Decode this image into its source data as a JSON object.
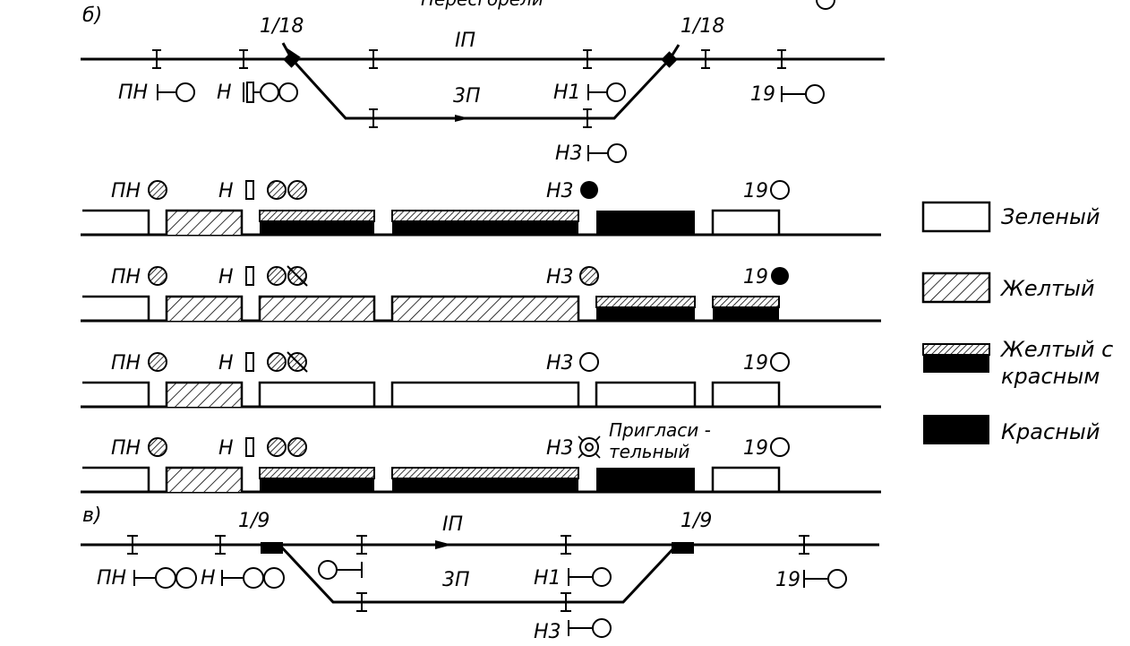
{
  "header_partial": "Пересгорели",
  "section_b": {
    "label": "б)",
    "switch_left": "1/18",
    "switch_right": "1/18",
    "track_main": "IП",
    "track_side": "3П",
    "signals": {
      "pn": "ПН",
      "n": "Н",
      "n1": "Н1",
      "n3": "Н3",
      "s19": "19"
    }
  },
  "states": [
    {
      "pn": "ПН",
      "n": "Н",
      "n3": "Н3",
      "s19": "19"
    },
    {
      "pn": "ПН",
      "n": "Н",
      "n3": "Н3",
      "s19": "19"
    },
    {
      "pn": "ПН",
      "n": "Н",
      "n3": "Н3",
      "s19": "19"
    },
    {
      "pn": "ПН",
      "n": "Н",
      "n3": "Н3",
      "s19": "19",
      "invite_1": "Пригласи -",
      "invite_2": "тельный"
    }
  ],
  "section_c": {
    "label": "в)",
    "switch_left": "1/9",
    "switch_right": "1/9",
    "track_main": "IП",
    "track_side": "3П",
    "signals": {
      "pn": "ПН",
      "n": "Н",
      "n1": "Н1",
      "n3": "Н3",
      "s19": "19"
    }
  },
  "legend": {
    "green": "Зеленый",
    "yellow": "Желтый",
    "yellow_red_1": "Желтый с",
    "yellow_red_2": "красным",
    "red": "Красный"
  }
}
